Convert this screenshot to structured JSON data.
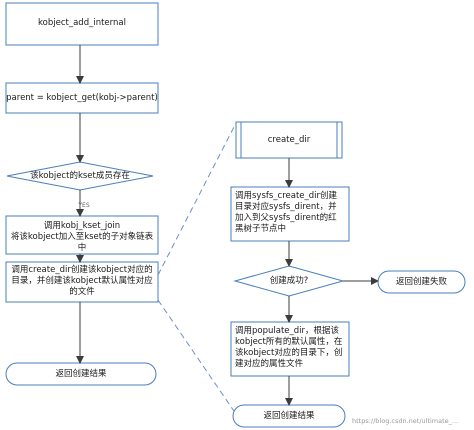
{
  "left_flow": {
    "start": "kobject_add_internal",
    "step_get_parent": "parent = kobject_get(kobj->parent)",
    "decision_kset": "该kobject的kset成员存在",
    "decision_yes_label": "YES",
    "step_join": "调用kobj_kset_join\n将该kobject加入至kset的子对象链表中",
    "step_create_dir": "调用create_dir创建该kobject对应的目录，并创建该kobject默认属性对应的文件",
    "end": "返回创建结果"
  },
  "right_flow": {
    "start": "create_dir",
    "step_sysfs": "调用sysfs_create_dir创建目录对应sysfs_dirent，并加入到父sysfs_dirent的红黑树子节点中",
    "decision_success": "创建成功?",
    "fail_result": "返回创建失败",
    "step_populate": "调用populate_dir，根据该kobject所有的默认属性，在该kobject对应的目录下，创建对应的属性文件",
    "end": "返回创建结果"
  },
  "watermark": "https://blog.csdn.net/ultimate_..."
}
